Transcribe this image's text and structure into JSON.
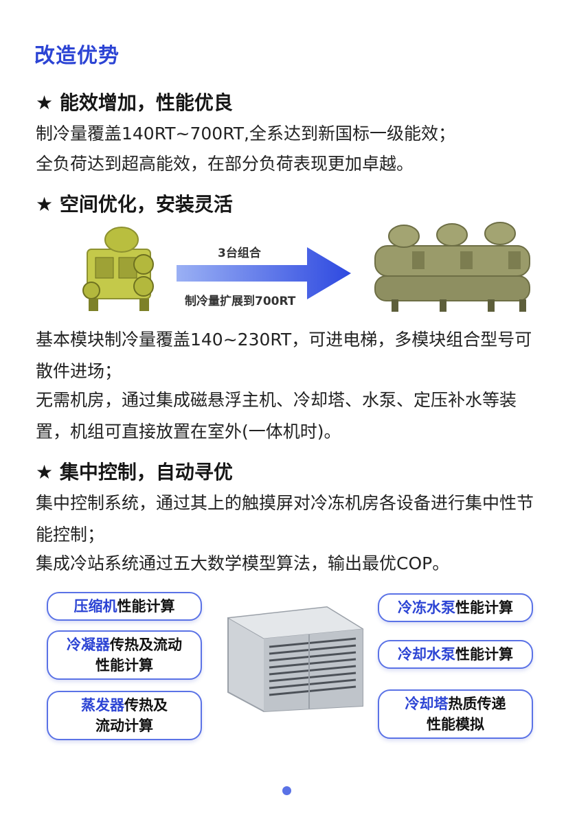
{
  "title": "改造优势",
  "sections": [
    {
      "heading": "★ 能效增加，性能优良",
      "paragraphs": [
        "制冷量覆盖140RT~700RT,全系达到新国标一级能效；",
        "全负荷达到超高能效，在部分负荷表现更加卓越。"
      ]
    },
    {
      "heading": "★ 空间优化，安装灵活",
      "paragraphs": [
        "基本模块制冷量覆盖140~230RT，可进电梯，多模块组合型号可散件进场；",
        "无需机房，通过集成磁悬浮主机、冷却塔、水泵、定压补水等装置，机组可直接放置在室外(一体机时)。"
      ]
    },
    {
      "heading": "★ 集中控制，自动寻优",
      "paragraphs": [
        "集中控制系统，通过其上的触摸屏对冷冻机房各设备进行集中性节能控制；",
        "集成冷站系统通过五大数学模型算法，输出最优COP。"
      ]
    }
  ],
  "diagram": {
    "arrow_top": "3台组合",
    "arrow_bottom": "制冷量扩展到700RT"
  },
  "models": {
    "left": [
      {
        "hl": "压缩机",
        "rest": "性能计算",
        "line2": ""
      },
      {
        "hl": "冷凝器",
        "rest": "传热及流动",
        "line2": "性能计算"
      },
      {
        "hl": "蒸发器",
        "rest": "传热及",
        "line2": "流动计算"
      }
    ],
    "right": [
      {
        "hl": "冷冻水泵",
        "rest": "性能计算",
        "line2": ""
      },
      {
        "hl": "冷却水泵",
        "rest": "性能计算",
        "line2": ""
      },
      {
        "hl": "冷却塔",
        "rest": "热质传递",
        "line2": "性能模拟"
      }
    ]
  },
  "colors": {
    "accent": "#2c44d4",
    "pill_border": "#5a72e6"
  },
  "pagination": {
    "pages": 1,
    "current": 1
  }
}
